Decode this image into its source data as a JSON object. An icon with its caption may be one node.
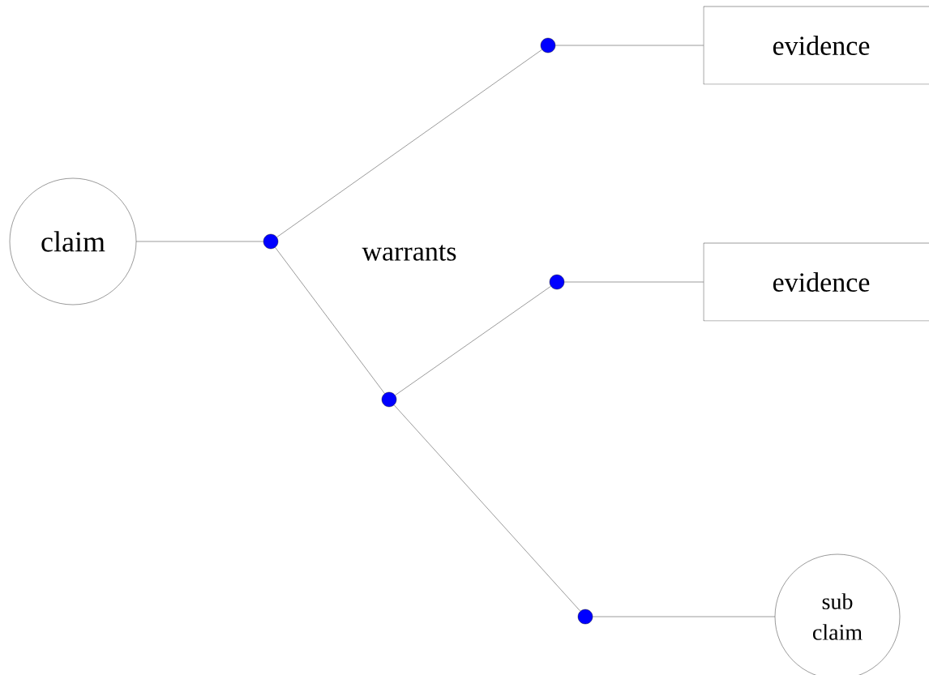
{
  "diagram": {
    "nodes": [
      {
        "text": [
          "claim"
        ]
      },
      {
        "text": [],
        "shape": "circle"
      },
      {
        "text": [],
        "shape": "circle"
      },
      {
        "text": [
          "evidence"
        ]
      },
      {
        "text": [],
        "shape": "circle"
      },
      {
        "text": [
          "evidence"
        ]
      },
      {
        "text": [],
        "shape": "circle"
      },
      {
        "text": [],
        "shape": "circle"
      },
      {
        "text": [
          "sub claim"
        ]
      }
    ],
    "edges": [
      {
        "from": 0,
        "to": 1,
        "arrow": "none"
      },
      {
        "from": 1,
        "to": 2,
        "arrow": "none"
      },
      {
        "from": 2,
        "to": 3,
        "arrow": "none"
      },
      {
        "from": 1,
        "to": 6,
        "arrow": "none"
      },
      {
        "from": 6,
        "to": 4,
        "arrow": "none"
      },
      {
        "from": 4,
        "to": 5,
        "arrow": "none"
      },
      {
        "from": 6,
        "to": 7,
        "arrow": "none"
      },
      {
        "from": 7,
        "to": 8,
        "arrow": "none"
      }
    ],
    "labels": [
      "warrants"
    ]
  }
}
